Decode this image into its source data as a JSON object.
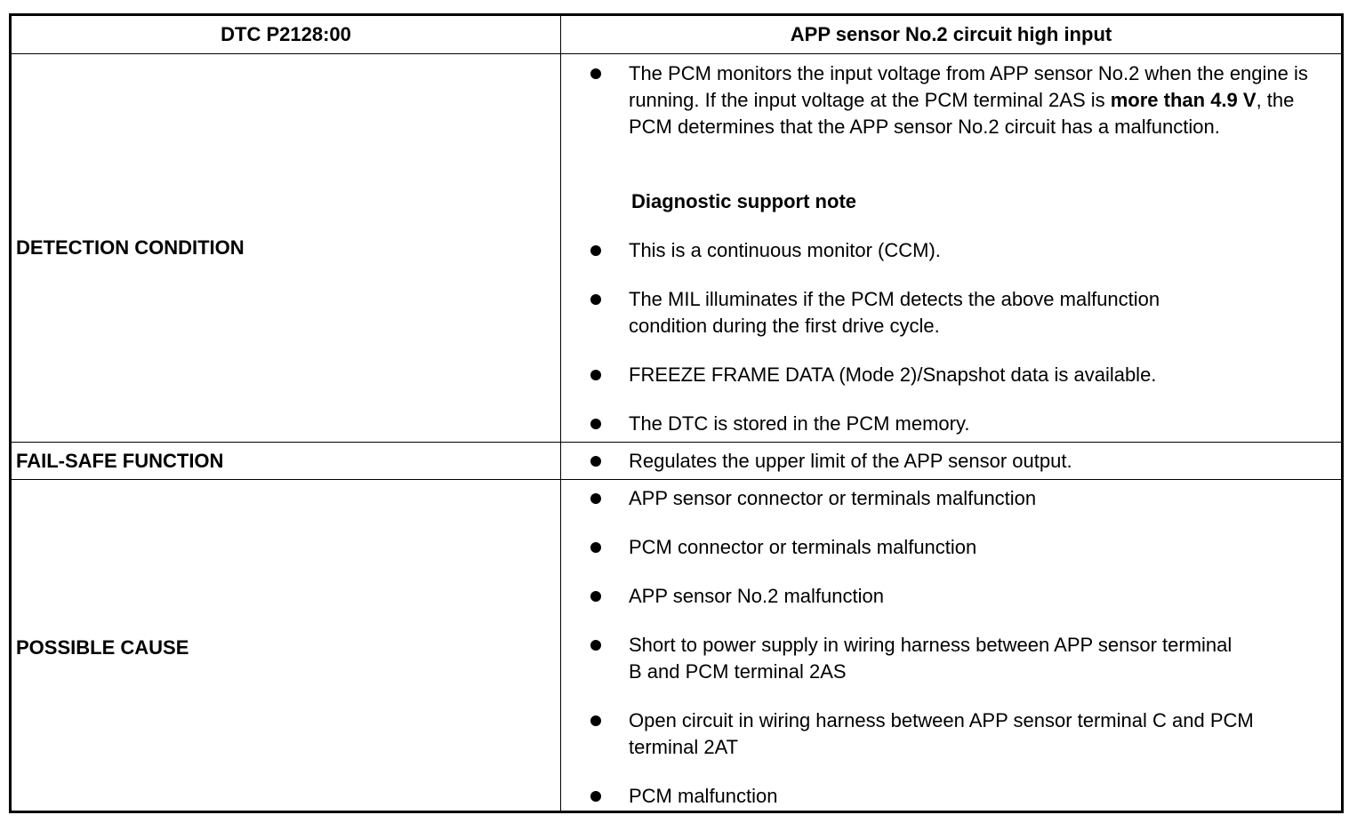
{
  "header": {
    "dtc": "DTC P2128:00",
    "title": "APP sensor No.2 circuit high input"
  },
  "detection": {
    "label": "DETECTION CONDITION",
    "main_pre": "The PCM monitors the input voltage from APP sensor No.2 when the engine is running. If the input voltage at the PCM terminal 2AS is ",
    "main_bold": "more than 4.9 V",
    "main_post": ", the PCM determines that the APP sensor No.2 circuit has a malfunction.",
    "note_title": "Diagnostic support note",
    "notes": [
      "This is a continuous monitor (CCM).",
      "The MIL illuminates if the PCM detects the above malfunction condition during the first drive cycle.",
      "FREEZE FRAME DATA (Mode 2)/Snapshot data is available.",
      "The DTC is stored in the PCM memory."
    ]
  },
  "failsafe": {
    "label": "FAIL-SAFE FUNCTION",
    "items": [
      "Regulates the upper limit of the APP sensor output."
    ]
  },
  "possible_cause": {
    "label": "POSSIBLE CAUSE",
    "items": [
      "APP sensor connector or terminals malfunction",
      "PCM connector or terminals malfunction",
      "APP sensor No.2 malfunction",
      "Short to power supply in wiring harness between APP sensor terminal B and PCM terminal 2AS",
      "Open circuit in wiring harness between APP sensor terminal C and PCM terminal 2AT",
      "PCM malfunction"
    ]
  }
}
